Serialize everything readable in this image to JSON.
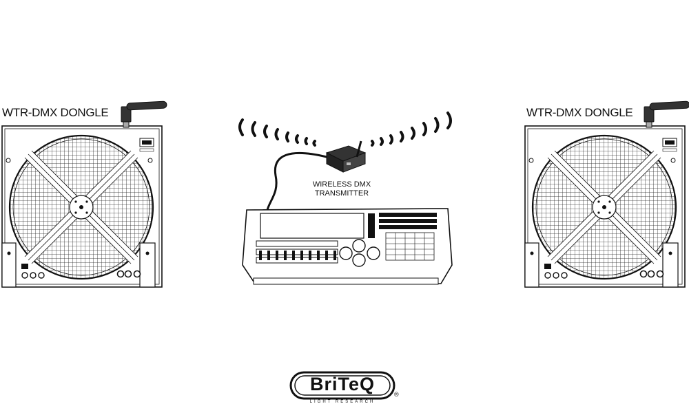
{
  "diagram": {
    "left_device_label": "WTR-DMX DONGLE",
    "right_device_label": "WTR-DMX DONGLE",
    "transmitter_label_line1": "WIRELESS DMX",
    "transmitter_label_line2": "TRANSMITTER"
  },
  "logo": {
    "brand": "BriTeQ",
    "tagline": "LIGHT RESEARCH",
    "registered": "®"
  }
}
